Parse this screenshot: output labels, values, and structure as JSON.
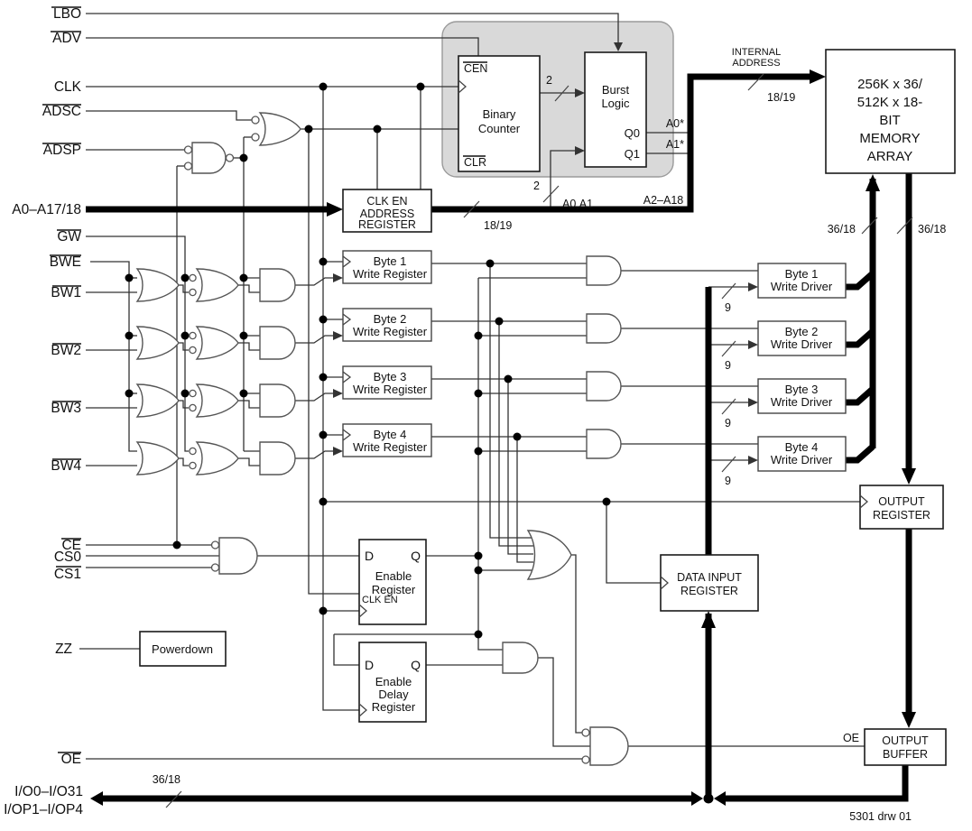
{
  "signals": {
    "lbo": "LBO",
    "adv": "ADV",
    "clk": "CLK",
    "adsc": "ADSC",
    "adsp": "ADSP",
    "abus": "A0–A17/18",
    "gw": "GW",
    "bwe": "BWE",
    "bw1": "BW1",
    "bw2": "BW2",
    "bw3": "BW3",
    "bw4": "BW4",
    "ce": "CE",
    "cs0": "CS0",
    "cs1": "CS1",
    "zz": "ZZ",
    "oe": "OE",
    "io1": "I/O0–I/O31",
    "io2": "I/OP1–I/OP4"
  },
  "blocks": {
    "counter": {
      "cen": "CEN",
      "clr": "CLR",
      "l1": "Binary",
      "l2": "Counter"
    },
    "burst": {
      "l1": "Burst",
      "l2": "Logic",
      "q0": "Q0",
      "q1": "Q1"
    },
    "memory": [
      "256K x 36/",
      "512K x 18-",
      "BIT",
      "MEMORY",
      "ARRAY"
    ],
    "addr_reg": [
      "CLK EN",
      "ADDRESS",
      "REGISTER"
    ],
    "write_regs": [
      {
        "l1": "Byte 1",
        "l2": "Write Register"
      },
      {
        "l1": "Byte 2",
        "l2": "Write Register"
      },
      {
        "l1": "Byte 3",
        "l2": "Write Register"
      },
      {
        "l1": "Byte 4",
        "l2": "Write Register"
      }
    ],
    "write_drivers": [
      {
        "l1": "Byte 1",
        "l2": "Write Driver"
      },
      {
        "l1": "Byte 2",
        "l2": "Write Driver"
      },
      {
        "l1": "Byte 3",
        "l2": "Write Driver"
      },
      {
        "l1": "Byte 4",
        "l2": "Write Driver"
      }
    ],
    "enable_reg": {
      "d": "D",
      "q": "Q",
      "l1": "Enable",
      "l2": "Register",
      "clken": "CLK EN"
    },
    "delay_reg": {
      "d": "D",
      "q": "Q",
      "l1": "Enable",
      "l2": "Delay",
      "l3": "Register"
    },
    "powerdown": "Powerdown",
    "data_input_reg": [
      "DATA INPUT",
      "REGISTER"
    ],
    "output_reg": [
      "OUTPUT",
      "REGISTER"
    ],
    "output_buf": [
      "OUTPUT",
      "BUFFER"
    ],
    "obuf_oe": "OE"
  },
  "buses": {
    "internal1": "INTERNAL",
    "internal2": "ADDRESS",
    "w1819": "18/19",
    "w2": "2",
    "a0a1": "A0,A1",
    "a2a18": "A2–A18",
    "a0s": "A0*",
    "a1s": "A1*",
    "w3618": "36/18",
    "w9": "9"
  },
  "footer": "5301 drw 01"
}
